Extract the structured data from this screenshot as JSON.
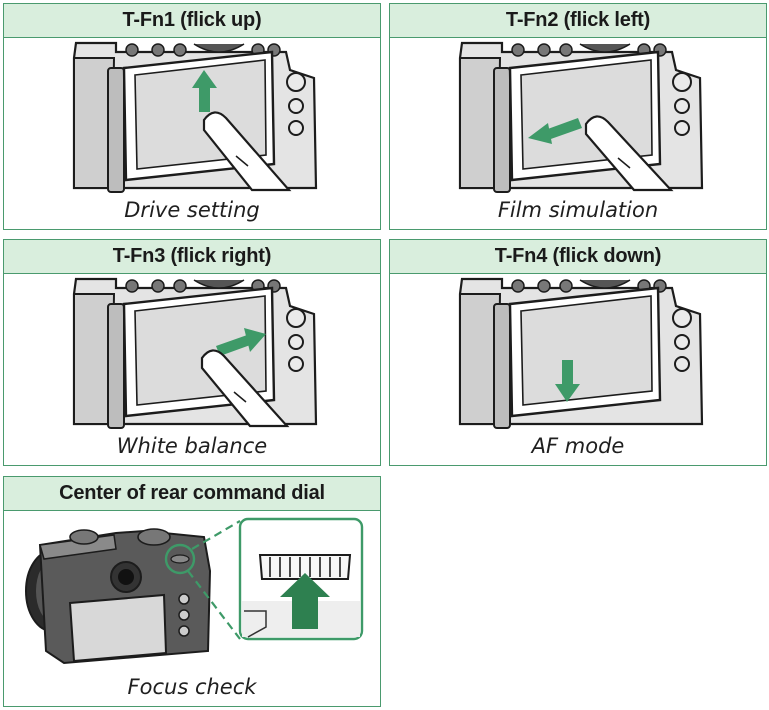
{
  "panels": [
    {
      "title": "T-Fn1 (flick up)",
      "caption": "Drive setting",
      "gesture": "up"
    },
    {
      "title": "T-Fn2 (flick left)",
      "caption": "Film simulation",
      "gesture": "left"
    },
    {
      "title": "T-Fn3 (flick right)",
      "caption": "White balance",
      "gesture": "right"
    },
    {
      "title": "T-Fn4 (flick down)",
      "caption": "AF mode",
      "gesture": "down"
    },
    {
      "title": "Center of rear command dial",
      "caption": "Focus check",
      "gesture": "dial-press"
    }
  ],
  "colors": {
    "border": "#4a9a6e",
    "header_bg": "#d9eedd",
    "arrow": "#3e9a68",
    "dial_arrow": "#2e8050"
  }
}
